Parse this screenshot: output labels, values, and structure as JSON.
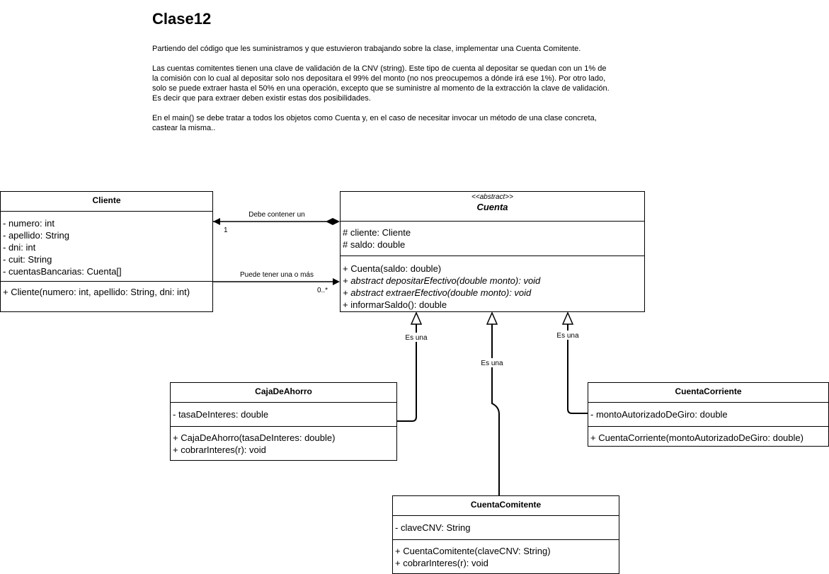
{
  "page": {
    "title": "Clase12",
    "paragraphs": [
      "Partiendo del código que les suministramos y que estuvieron trabajando sobre la clase, implementar una Cuenta Comitente.",
      "Las cuentas comitentes tienen una clave de validación de la CNV (string). Este tipo de cuenta al depositar se quedan con un 1% de la comisión con lo cual al depositar solo nos depositara el 99% del monto (no nos preocupemos a dónde irá ese 1%). Por otro lado, solo se puede extraer hasta el 50% en una operación, excepto que se suministre al momento de la extracción la clave de validación. Es decir que para extraer deben existir estas dos posibilidades.",
      "En el main() se debe tratar a todos los objetos como Cuenta y, en el caso de necesitar invocar un método de una clase concreta, castear la misma.."
    ]
  },
  "classes": {
    "cliente": {
      "name": "Cliente",
      "attributes": [
        "- numero: int",
        "- apellido: String",
        "- dni: int",
        "- cuit: String",
        "- cuentasBancarias: Cuenta[]"
      ],
      "methods": [
        "+ Cliente(numero: int, apellido: String, dni: int)"
      ]
    },
    "cuenta": {
      "stereotype": "<<abstract>>",
      "name": "Cuenta",
      "attributes": [
        "# cliente: Cliente",
        "# saldo: double"
      ],
      "methods": [
        "+ Cuenta(saldo: double)",
        "+ abstract depositarEfectivo(double monto): void",
        "+ abstract extraerEfectivo(double monto): void",
        "+ informarSaldo(): double"
      ]
    },
    "caja": {
      "name": "CajaDeAhorro",
      "attributes": [
        "- tasaDeInteres: double"
      ],
      "methods": [
        "+ CajaDeAhorro(tasaDeInteres: double)",
        "+ cobrarInteres(r): void"
      ]
    },
    "corriente": {
      "name": "CuentaCorriente",
      "attributes": [
        "- montoAutorizadoDeGiro: double"
      ],
      "methods": [
        "+ CuentaCorriente(montoAutorizadoDeGiro: double)"
      ]
    },
    "comitente": {
      "name": "CuentaComitente",
      "attributes": [
        "- claveCNV: String"
      ],
      "methods": [
        "+ CuentaComitente(claveCNV: String)",
        "+ cobrarInteres(r): void"
      ]
    }
  },
  "edges": {
    "composition": {
      "label": "Debe contener un",
      "multiplicity": "1"
    },
    "association": {
      "label": "Puede tener una o más",
      "multiplicity": "0..*"
    },
    "inherit_caja": {
      "label": "Es una"
    },
    "inherit_comitente": {
      "label": "Es una"
    },
    "inherit_corriente": {
      "label": "Es una"
    }
  }
}
